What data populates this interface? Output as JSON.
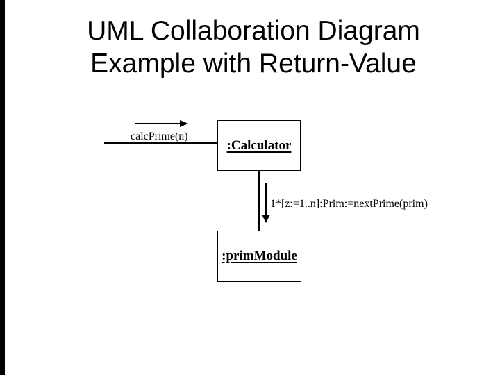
{
  "title": {
    "line1": "UML Collaboration Diagram",
    "line2": "Example with Return-Value"
  },
  "diagram": {
    "call_message": {
      "label": "calcPrime(n)",
      "direction": "right"
    },
    "iteration_message": {
      "label": "1*[z:=1..n]:Prim:=nextPrime(prim)",
      "direction": "down"
    },
    "objects": [
      {
        "name": ":Calculator"
      },
      {
        "name": ":primModule"
      }
    ]
  },
  "icons": {
    "call_arrowhead": "arrowhead-right",
    "iteration_arrowhead": "arrowhead-down"
  },
  "colors": {
    "ink": "#000000",
    "background": "#ffffff"
  }
}
